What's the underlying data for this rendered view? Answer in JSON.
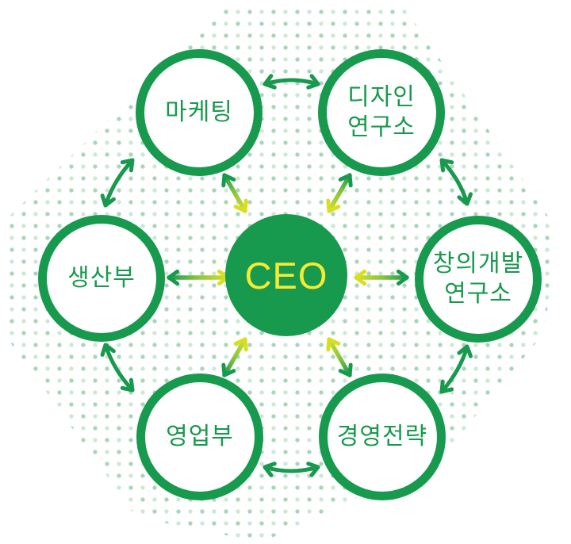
{
  "diagram": {
    "center": {
      "id": "ceo",
      "label": "CEO"
    },
    "nodes": [
      {
        "id": "marketing",
        "label": "마케팅"
      },
      {
        "id": "design-lab",
        "label": "디자인\n연구소"
      },
      {
        "id": "creative-lab",
        "label": "창의개발\n연구소"
      },
      {
        "id": "strategy",
        "label": "경영전략"
      },
      {
        "id": "sales",
        "label": "영업부"
      },
      {
        "id": "production",
        "label": "생산부"
      }
    ],
    "ring_connections": [
      [
        "marketing",
        "design-lab"
      ],
      [
        "design-lab",
        "creative-lab"
      ],
      [
        "creative-lab",
        "strategy"
      ],
      [
        "strategy",
        "sales"
      ],
      [
        "sales",
        "production"
      ],
      [
        "production",
        "marketing"
      ]
    ],
    "hub_connections": [
      [
        "ceo",
        "marketing"
      ],
      [
        "ceo",
        "design-lab"
      ],
      [
        "ceo",
        "creative-lab"
      ],
      [
        "ceo",
        "strategy"
      ],
      [
        "ceo",
        "sales"
      ],
      [
        "ceo",
        "production"
      ]
    ],
    "colors": {
      "green": "#189a4e",
      "yellow_green": "#d7df23",
      "gradient_mid": "#8cc63f",
      "ceo_text_yellow": "#f7eb31",
      "dot_light": "#cde8d6",
      "dot_mid": "#a9d6b9",
      "circle_fill": "#ffffff"
    }
  }
}
